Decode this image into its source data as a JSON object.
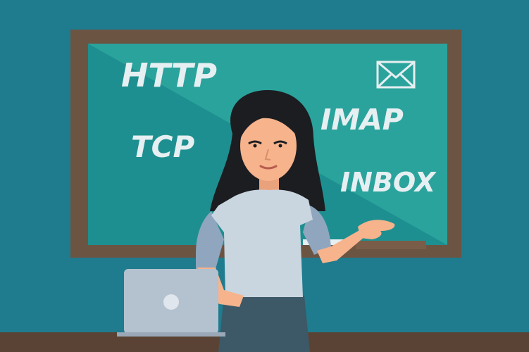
{
  "board": {
    "words": {
      "http": "HTTP",
      "tcp": "TCP",
      "imap": "IMAP",
      "inbox": "INBOX"
    },
    "icon": "envelope-icon"
  },
  "colors": {
    "background": "#1f7b8e",
    "board_frame": "#6c5443",
    "board_dark": "#1e8f90",
    "board_light": "#2aa39c",
    "text": "#e6eff1",
    "hair": "#1b1d21",
    "skin": "#f6b38c",
    "shirt": "#c9d5df",
    "sleeve": "#8fa6be",
    "skirt": "#3d5866",
    "laptop": "#b4c1cf",
    "desk": "#5a4334"
  }
}
